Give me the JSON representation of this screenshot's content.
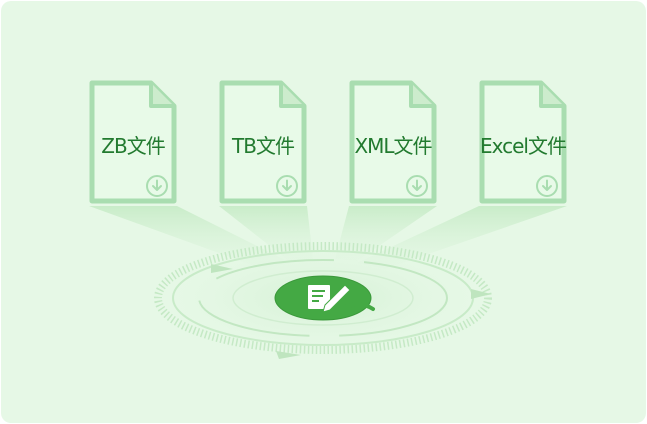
{
  "files": [
    {
      "label": "ZB文件",
      "icon": "download-icon"
    },
    {
      "label": "TB文件",
      "icon": "download-icon"
    },
    {
      "label": "XML文件",
      "icon": "download-icon"
    },
    {
      "label": "Excel文件",
      "icon": "download-icon"
    }
  ],
  "center_icon": "document-edit-icon",
  "colors": {
    "background": "#e6f8e6",
    "document_fill": "#e8fae8",
    "document_stroke": "#a9ddb0",
    "text": "#227a2f",
    "center_badge": "#44a944"
  }
}
